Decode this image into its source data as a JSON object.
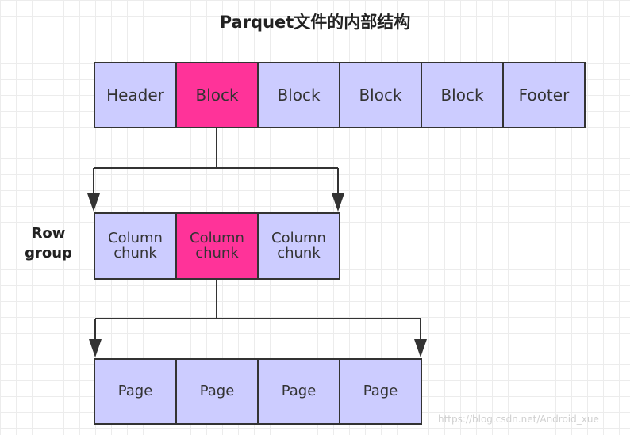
{
  "title": "Parquet文件的内部结构",
  "file_row": [
    {
      "label": "Header",
      "highlight": false
    },
    {
      "label": "Block",
      "highlight": true
    },
    {
      "label": "Block",
      "highlight": false
    },
    {
      "label": "Block",
      "highlight": false
    },
    {
      "label": "Block",
      "highlight": false
    },
    {
      "label": "Footer",
      "highlight": false
    }
  ],
  "row_group_label": "Row\ngroup",
  "row_group": [
    {
      "label": "Column\nchunk",
      "highlight": false
    },
    {
      "label": "Column\nchunk",
      "highlight": true
    },
    {
      "label": "Column\nchunk",
      "highlight": false
    }
  ],
  "pages": [
    {
      "label": "Page"
    },
    {
      "label": "Page"
    },
    {
      "label": "Page"
    },
    {
      "label": "Page"
    }
  ],
  "watermark": "https://blog.csdn.net/Android_xue",
  "colors": {
    "box_fill": "#ccccff",
    "highlight_fill": "#ff3399",
    "stroke": "#333333"
  }
}
